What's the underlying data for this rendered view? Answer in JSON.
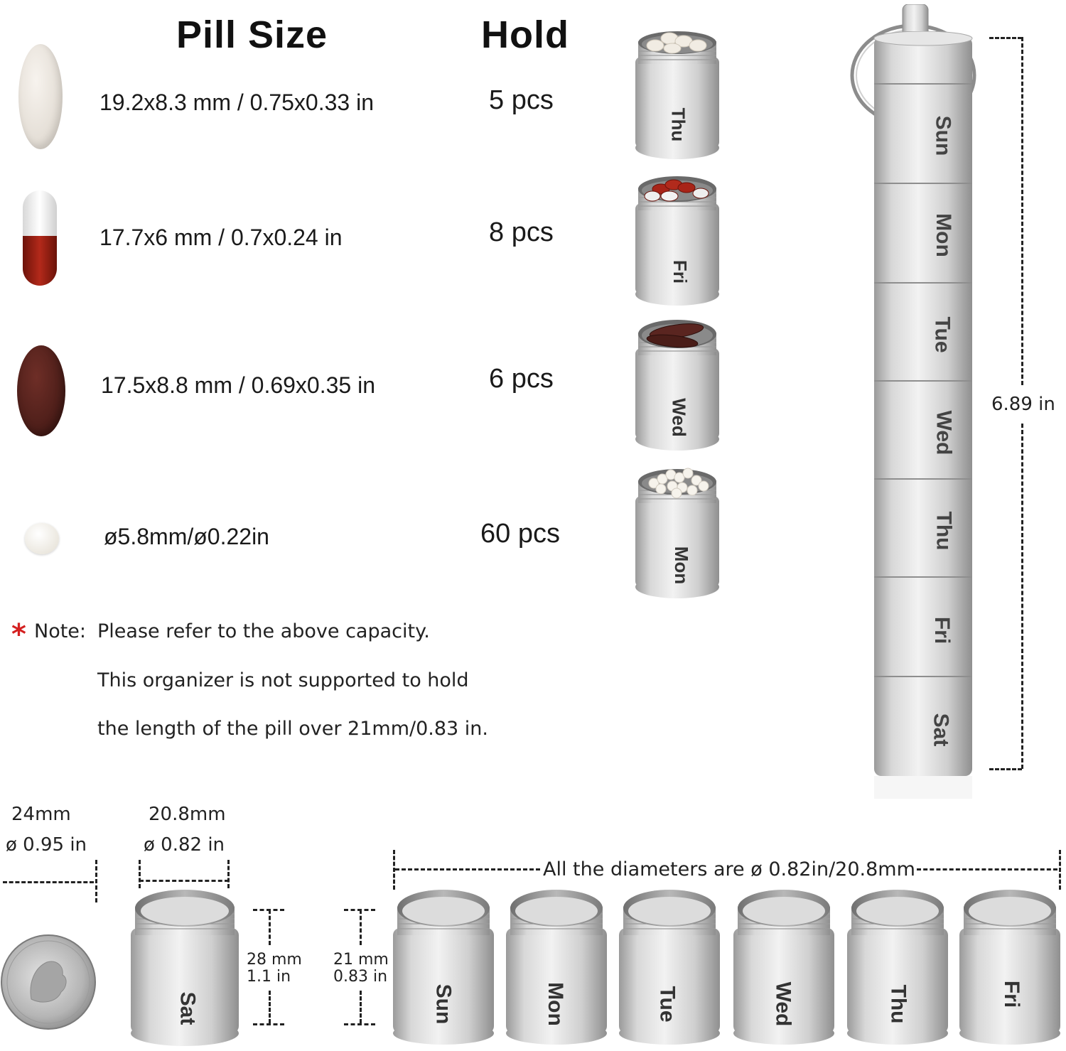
{
  "headers": {
    "pill_size": "Pill Size",
    "hold": "Hold"
  },
  "rows": [
    {
      "pill_icon": "white-oval-tablet-icon",
      "size": "19.2x8.3 mm / 0.75x0.33 in",
      "hold": "5 pcs",
      "day": "Thu"
    },
    {
      "pill_icon": "red-white-capsule-icon",
      "size": "17.7x6 mm / 0.7x0.24 in",
      "hold": "8 pcs",
      "day": "Fri"
    },
    {
      "pill_icon": "brown-oval-tablet-icon",
      "size": "17.5x8.8 mm / 0.69x0.35 in",
      "hold": "6 pcs",
      "day": "Wed"
    },
    {
      "pill_icon": "small-round-tablet-icon",
      "size": "ø5.8mm/ø0.22in",
      "hold": "60 pcs",
      "day": "Mon"
    }
  ],
  "note": {
    "marker": "*",
    "label": "Note:",
    "lines": [
      "Please refer to the above capacity.",
      "This organizer is not supported to hold",
      "the length of the pill over 21mm/0.83 in."
    ]
  },
  "tower": {
    "days": [
      "Sun",
      "Mon",
      "Tue",
      "Wed",
      "Thu",
      "Fri",
      "Sat"
    ],
    "height_label": "6.89 in"
  },
  "bottom": {
    "coin": {
      "mm": "24mm",
      "in": "ø 0.95 in"
    },
    "single_cup": {
      "mm": "20.8mm",
      "in": "ø 0.82 in",
      "day": "Sat",
      "height_mm": "28 mm",
      "height_in": "1.1 in"
    },
    "row_height_mm": "21 mm",
    "row_height_in": "0.83 in",
    "diameters_label": "All the diameters are ø 0.82in/20.8mm",
    "cups": [
      "Sun",
      "Mon",
      "Tue",
      "Wed",
      "Thu",
      "Fri"
    ]
  },
  "colors": {
    "metal": "#c9c9c9",
    "metal_dark": "#8d8d8d",
    "red_star": "#d42020",
    "capsule_red": "#9b1e12",
    "brown_pill": "#4a1d18"
  }
}
